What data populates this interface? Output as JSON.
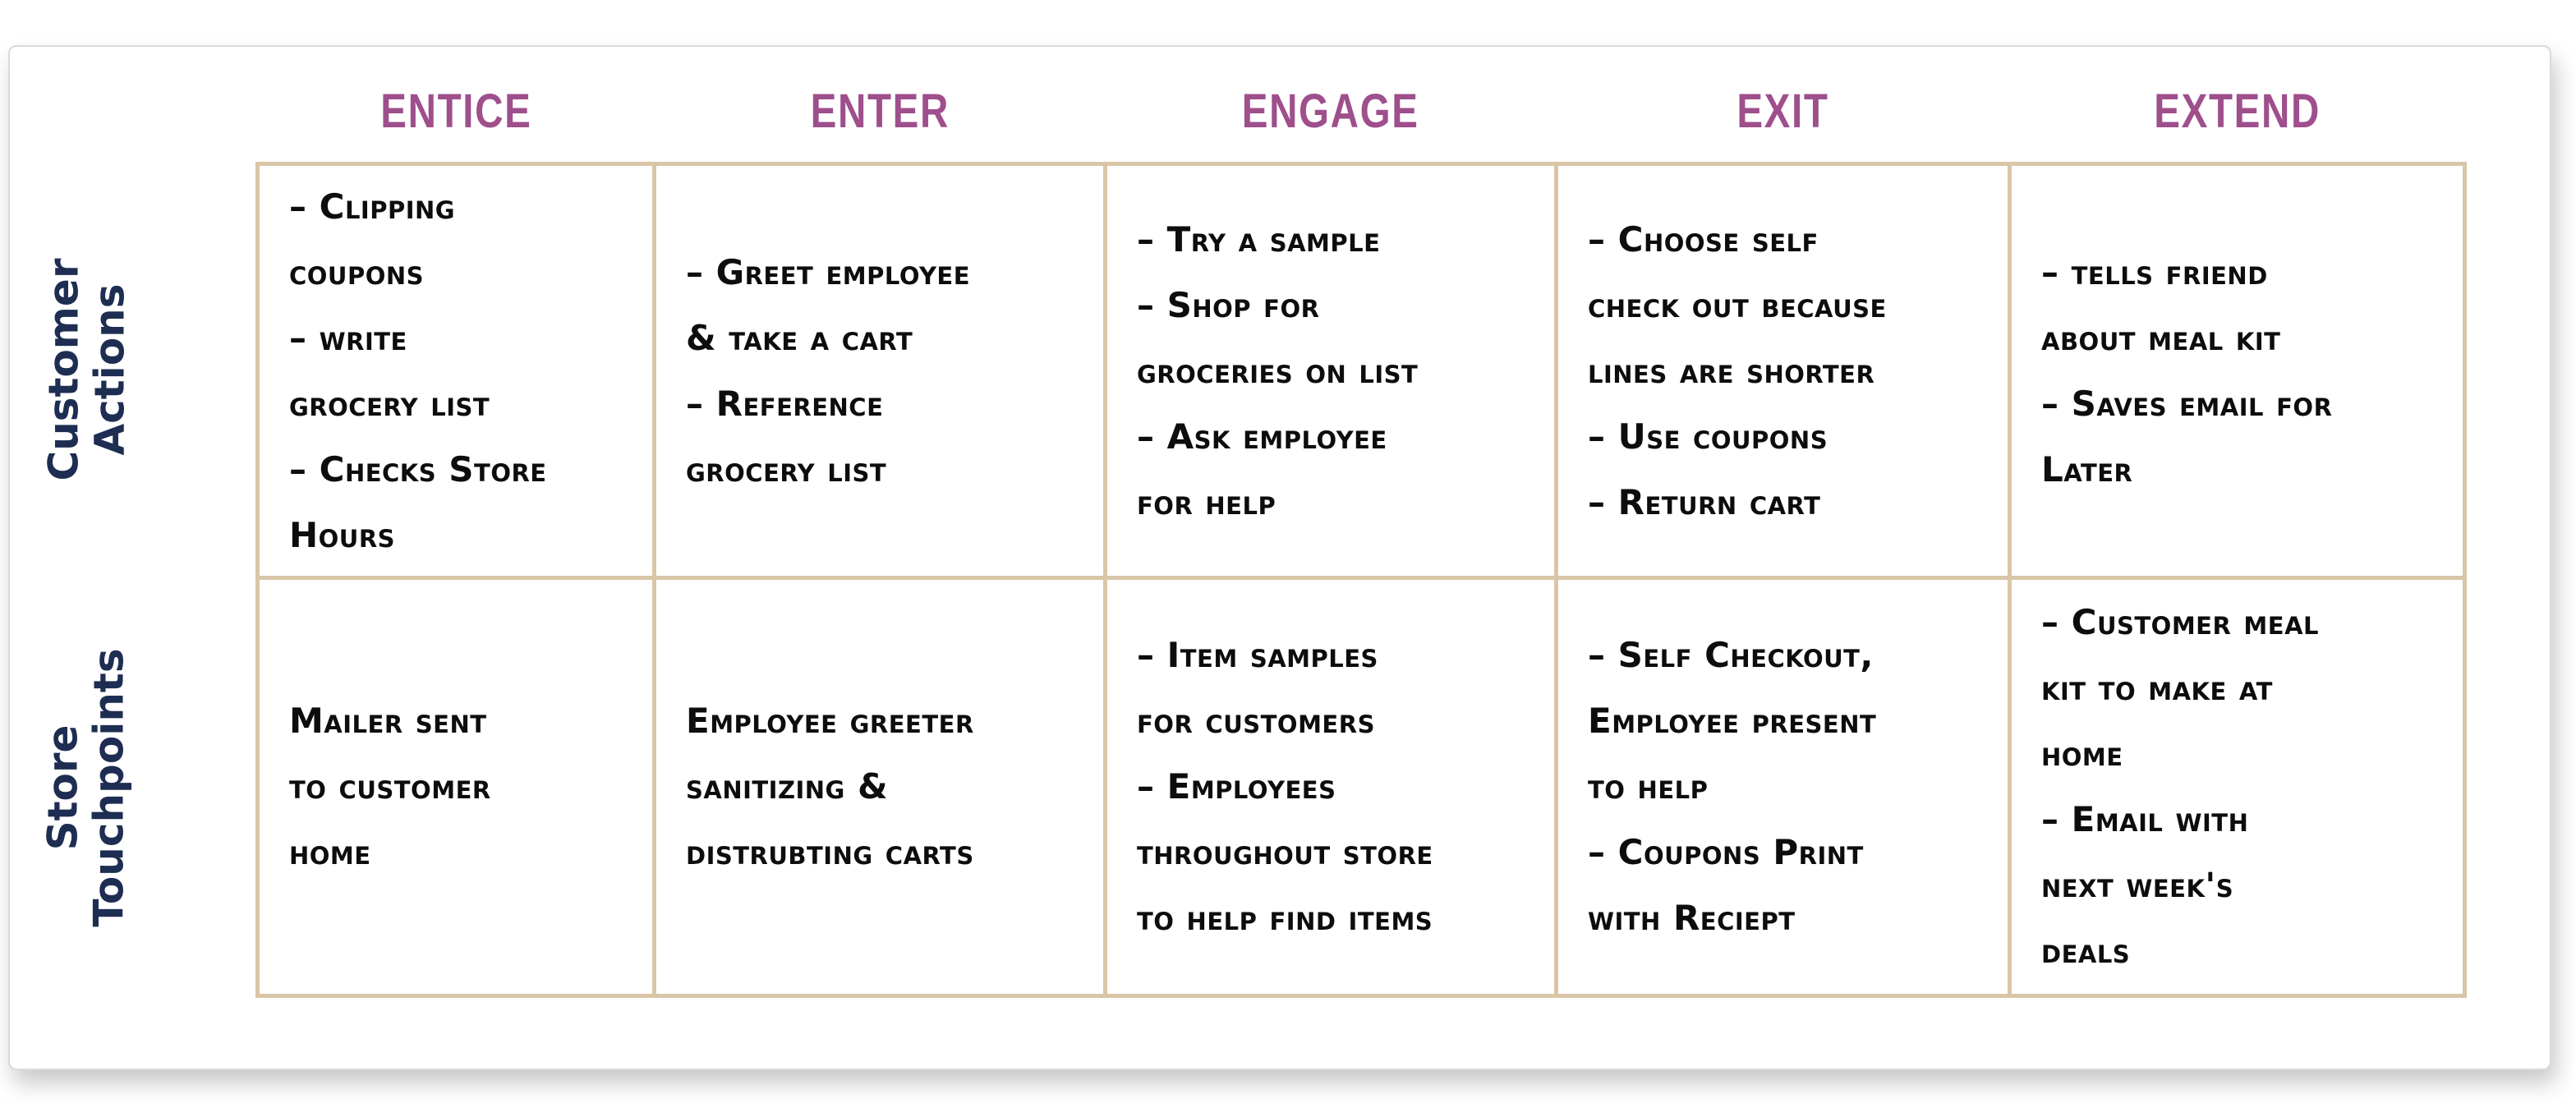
{
  "journey_map": {
    "columns": [
      "ENTICE",
      "ENTER",
      "ENGAGE",
      "EXIT",
      "EXTEND"
    ],
    "rows": [
      {
        "label": "Customer\nActions",
        "cells": [
          "– Clipping\ncoupons\n– write\ngrocery list\n– Checks Store\nHours",
          "– Greet employee\n& take a cart\n– Reference\ngrocery list",
          "– Try a sample\n– Shop for\ngroceries on list\n– Ask employee\nfor help",
          "– Choose self\ncheck out because\nlines are shorter\n– Use coupons\n– Return cart",
          "– tells friend\nabout meal kit\n– Saves email for\nLater"
        ]
      },
      {
        "label": "Store\nTouchpoints",
        "cells": [
          "Mailer sent\nto customer\nhome",
          "Employee greeter\nsanitizing &\ndistrubting carts",
          "– Item samples\nfor customers\n– Employees\nthroughout store\nto help find items",
          "– Self Checkout,\nEmployee present\nto help\n– Coupons Print\nwith Reciept",
          "– Customer meal\nkit to make at\nhome\n– Email with\nnext week's\ndeals"
        ]
      }
    ],
    "colors": {
      "header_text": "#9e4f8c",
      "row_label_text": "#1e2d52",
      "grid_line": "#d9c6a6",
      "cell_text": "#0d0d0d",
      "card_background": "#ffffff"
    }
  }
}
